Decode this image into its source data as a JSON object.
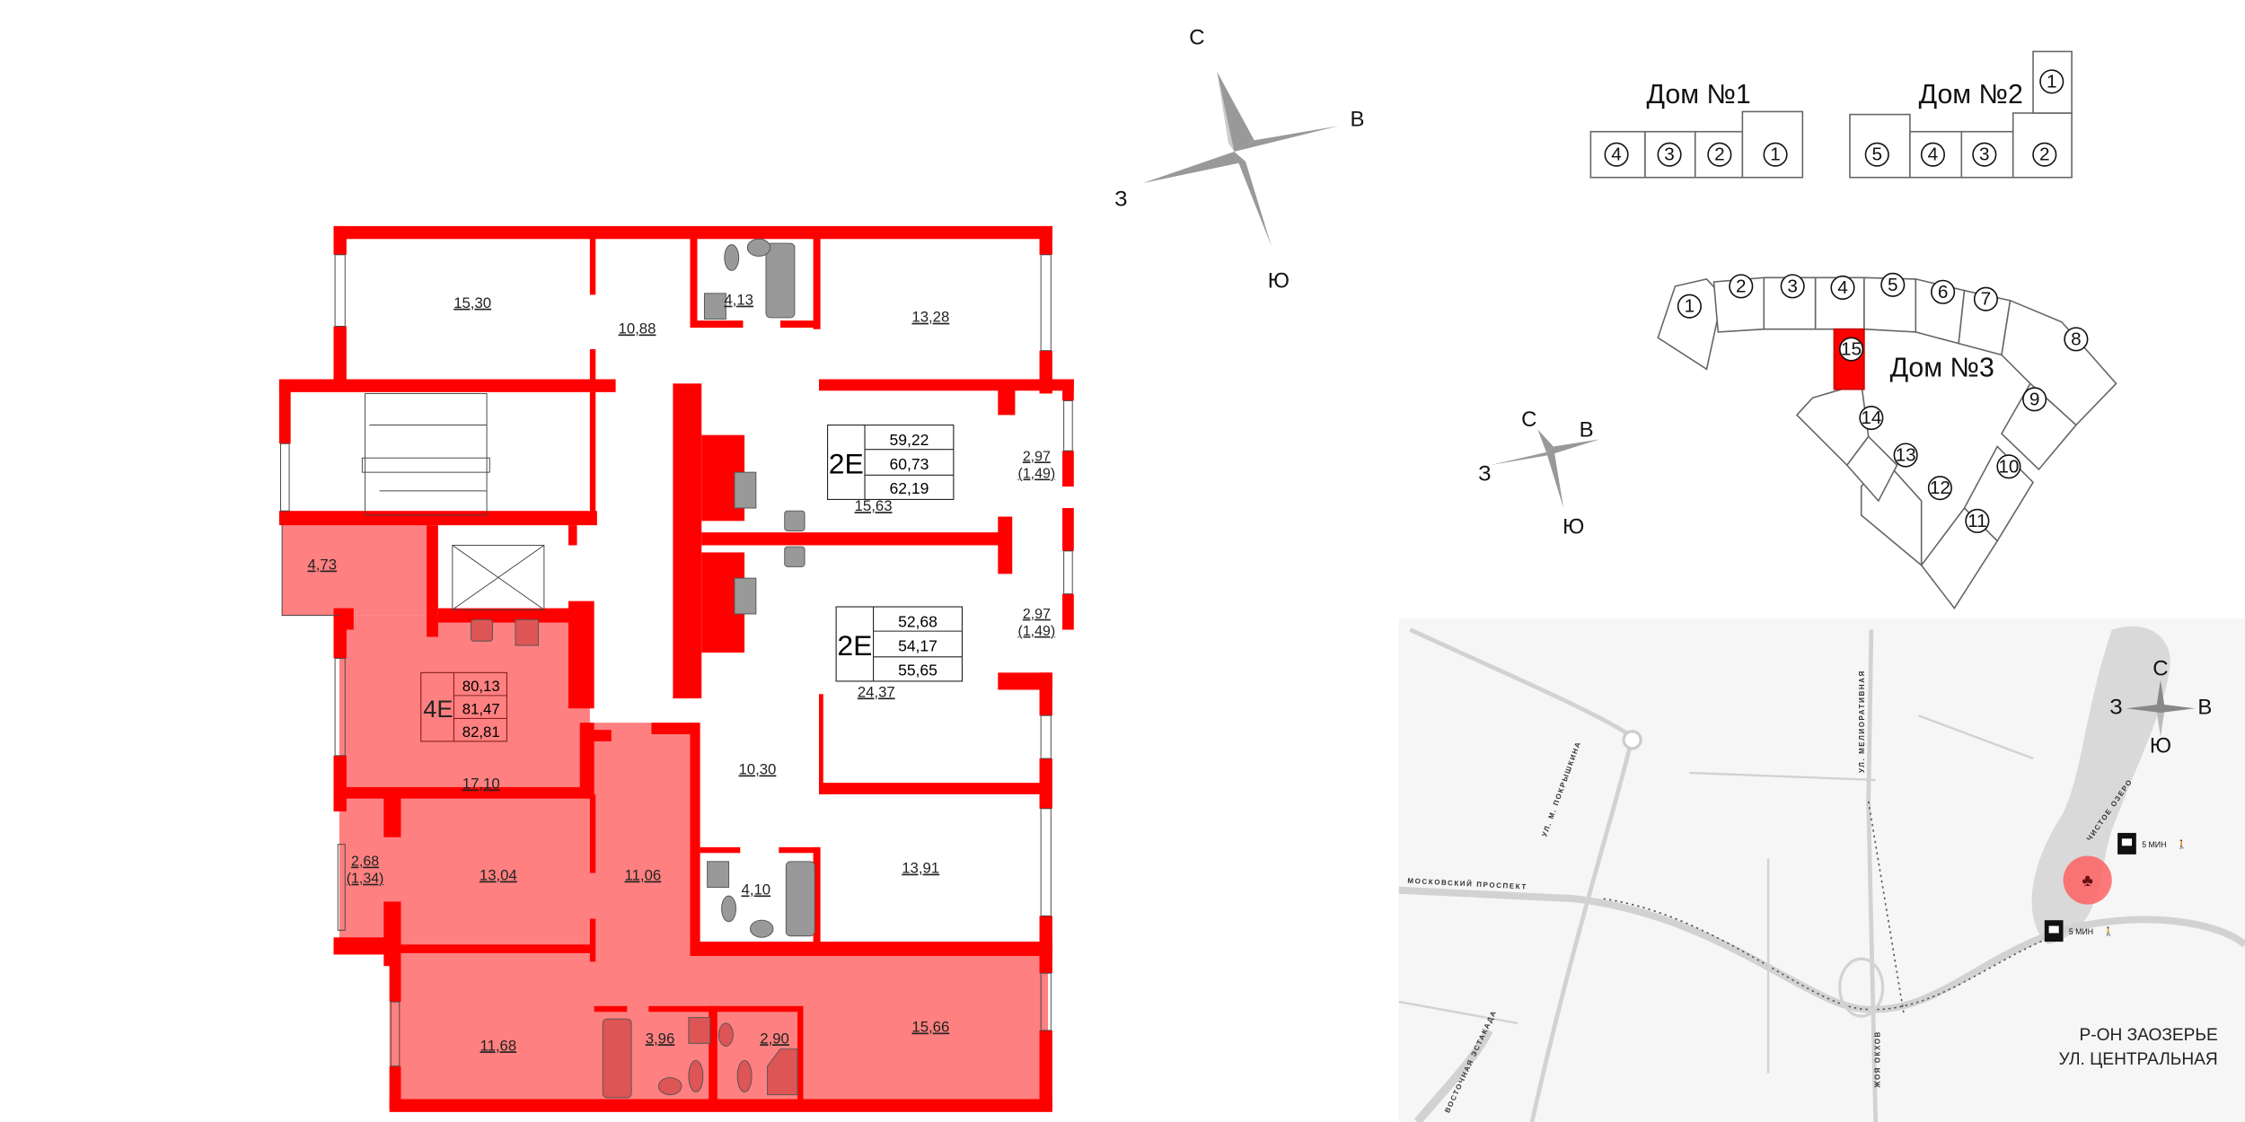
{
  "compass": {
    "north": "С",
    "east": "В",
    "west": "З",
    "south": "Ю"
  },
  "plan": {
    "apartments": [
      {
        "type": "2E",
        "areas": [
          "59,22",
          "60,73",
          "62,19"
        ]
      },
      {
        "type": "2E",
        "areas": [
          "52,68",
          "54,17",
          "55,65"
        ]
      },
      {
        "type": "4E",
        "areas": [
          "80,13",
          "81,47",
          "82,81"
        ],
        "highlighted": true
      }
    ],
    "rooms": {
      "r1": "15,30",
      "r2": "10,88",
      "r3": "4,13",
      "r4": "13,28",
      "r5": "15,63",
      "r6": "24,37",
      "r7": "10,30",
      "r8": "13,91",
      "r9": "4,10",
      "r10": "4,73",
      "r11": "17,10",
      "r12": "13,04",
      "r13": "11,06",
      "r14": "11,68",
      "r15": "3,96",
      "r16": "2,90",
      "r17": "15,66"
    },
    "balconies": [
      {
        "area": "2,97",
        "reduced": "(1,49)"
      },
      {
        "area": "2,97",
        "reduced": "(1,49)"
      },
      {
        "area": "2,68",
        "reduced": "(1,34)"
      }
    ],
    "colors": {
      "walls": "#ff0000",
      "selected": "#ff8080"
    }
  },
  "site": {
    "house1": {
      "title": "Дом №1",
      "sections": [
        "4",
        "3",
        "2",
        "1"
      ]
    },
    "house2": {
      "title": "Дом №2",
      "sections": [
        "5",
        "4",
        "3",
        "2",
        "1"
      ]
    },
    "house3": {
      "title": "Дом №3",
      "sections": [
        "1",
        "2",
        "3",
        "4",
        "5",
        "6",
        "7",
        "8",
        "9",
        "10",
        "11",
        "12",
        "13",
        "14",
        "15"
      ],
      "selected_section": "15"
    }
  },
  "map": {
    "streets": [
      "МОСКОВСКИЙ ПРОСПЕКТ",
      "УЛ. МЕЛИОРАТИВНАЯ",
      "УЛ. М. ПОКРЫШКИНА",
      "ВОСТОЧНАЯ ЭСТАКАДА",
      "ЧИСТОЕ ОЗЕРО",
      "ЖОЯ ОКХОВ"
    ],
    "transit": [
      {
        "time": "5 МИН"
      },
      {
        "time": "5 МИН"
      }
    ],
    "location": [
      "Р-ОН ЗАОЗЕРЬЕ",
      "УЛ. ЦЕНТРАЛЬНАЯ"
    ]
  }
}
